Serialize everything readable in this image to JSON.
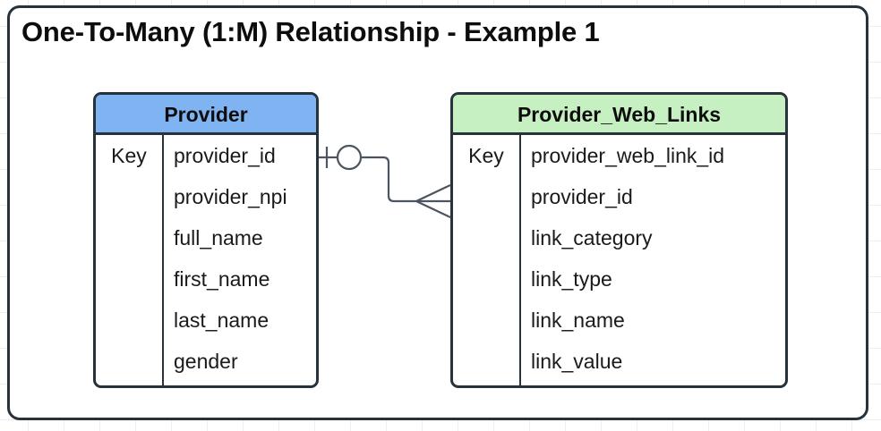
{
  "diagram": {
    "title": "One-To-Many (1:M) Relationship - Example 1",
    "frame_border_color": "#26323c",
    "background": "#ffffff"
  },
  "entities": [
    {
      "id": "provider",
      "name": "Provider",
      "header_color": "#80B3F2",
      "key_column_header": "Key",
      "attributes": [
        "provider_id",
        "provider_npi",
        "full_name",
        "first_name",
        "last_name",
        "gender"
      ]
    },
    {
      "id": "provider_web_links",
      "name": "Provider_Web_Links",
      "header_color": "#C6F0C2",
      "key_column_header": "Key",
      "attributes": [
        "provider_web_link_id",
        "provider_id",
        "link_category",
        "link_type",
        "link_name",
        "link_value"
      ]
    }
  ],
  "relationship": {
    "type": "one-to-many",
    "source_entity": "Provider",
    "source_attribute": "provider_id",
    "source_cardinality": "zero-or-one",
    "target_entity": "Provider_Web_Links",
    "target_attribute": "provider_id",
    "target_cardinality": "many",
    "line_color": "#4d5560",
    "notation": "crows-foot"
  }
}
